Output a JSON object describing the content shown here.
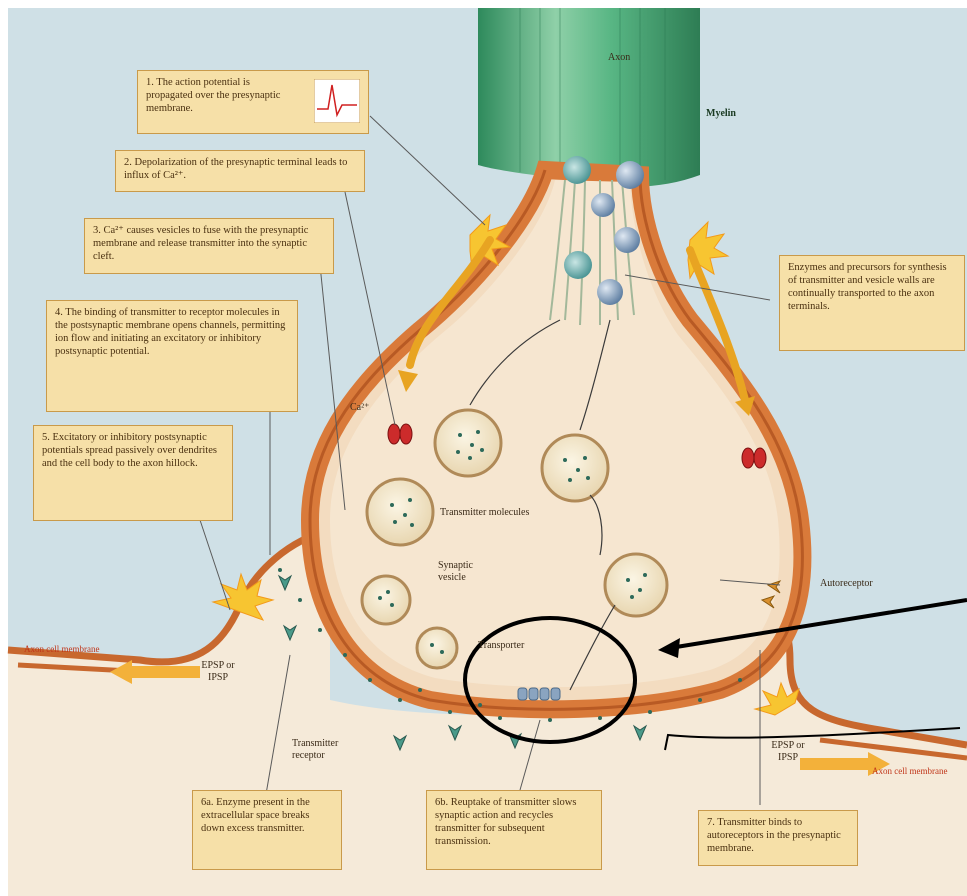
{
  "labels": {
    "axon": "Axon",
    "myelin": "Myelin",
    "ca": "Ca²⁺",
    "transmitter_molecules": "Transmitter molecules",
    "synaptic_vesicle": "Synaptic vesicle",
    "transporter": "Transporter",
    "transmitter_receptor": "Transmitter receptor",
    "autoreceptor": "Autoreceptor",
    "axon_cell_membrane_left": "Axon cell membrane",
    "axon_cell_membrane_right": "Axon cell membrane",
    "epsp_left": "EPSP or IPSP",
    "epsp_right": "EPSP or IPSP"
  },
  "steps": {
    "s1": "1. The action potential is propagated over the presynaptic membrane.",
    "s2": "2. Depolarization of the presynaptic terminal leads to influx of Ca²⁺.",
    "s3": "3. Ca²⁺ causes vesicles to fuse with the presynaptic membrane and release transmitter into the synaptic cleft.",
    "s4": "4. The binding of transmitter to receptor molecules in the postsynaptic membrane opens channels, permitting ion flow and initiating an excitatory or inhibitory postsynaptic potential.",
    "s5": "5. Excitatory or inhibitory postsynaptic potentials spread passively over dendrites and the cell body to the axon hillock.",
    "s6a": "6a. Enzyme present in the extracellular space breaks down excess transmitter.",
    "s6b": "6b. Reuptake of transmitter slows synaptic action and recycles transmitter for subsequent transmission.",
    "s7": "7. Transmitter binds to autoreceptors in the presynaptic membrane.",
    "enzymes": "Enzymes and precursors for synthesis of transmitter and vesicle walls are continually transported to the axon terminals."
  },
  "colors": {
    "background": "#cfe0e6",
    "box_fill": "#f6e0a8",
    "terminal_fill": "#f3dcc0",
    "membrane": "#d97a3a",
    "axon_green": "#4fae7a",
    "flash": "#f7c531"
  }
}
